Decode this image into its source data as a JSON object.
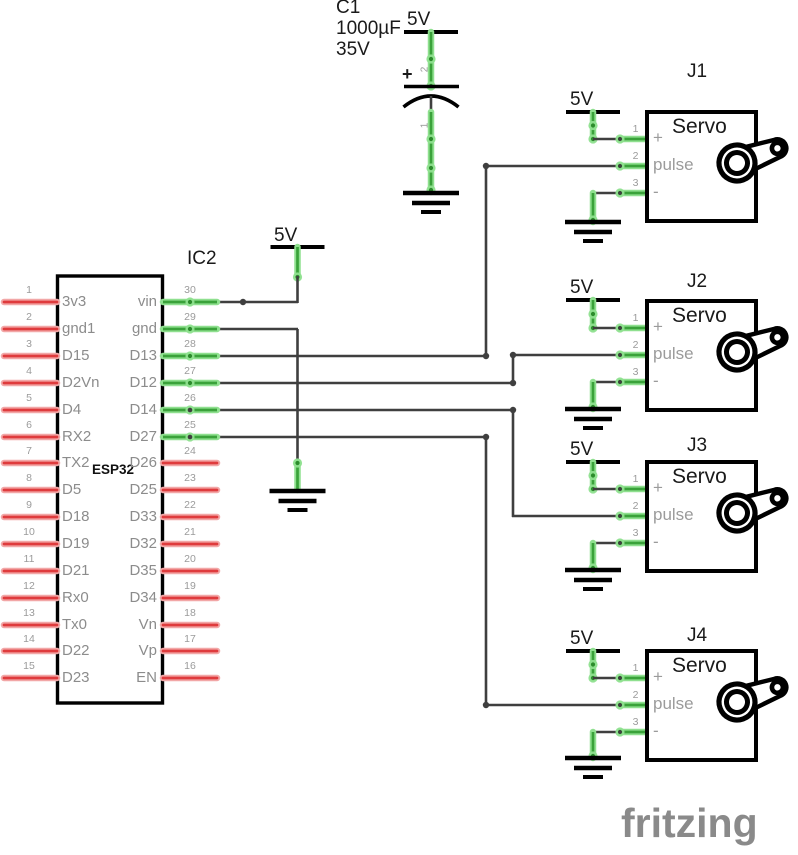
{
  "power": {
    "label": "5V"
  },
  "capacitor": {
    "designator": "C1",
    "value": "1000µF",
    "voltage": "35V",
    "polarity_mark": "+",
    "pin_top": "2",
    "pin_bottom": "1"
  },
  "ic": {
    "designator": "IC2",
    "name": "ESP32",
    "left_pins": [
      {
        "num": "1",
        "label": "3v3"
      },
      {
        "num": "2",
        "label": "gnd1"
      },
      {
        "num": "3",
        "label": "D15"
      },
      {
        "num": "4",
        "label": "D2Vn"
      },
      {
        "num": "5",
        "label": "D4"
      },
      {
        "num": "6",
        "label": "RX2"
      },
      {
        "num": "7",
        "label": "TX2"
      },
      {
        "num": "8",
        "label": "D5"
      },
      {
        "num": "9",
        "label": "D18"
      },
      {
        "num": "10",
        "label": "D19"
      },
      {
        "num": "11",
        "label": "D21"
      },
      {
        "num": "12",
        "label": "Rx0"
      },
      {
        "num": "13",
        "label": "Tx0"
      },
      {
        "num": "14",
        "label": "D22"
      },
      {
        "num": "15",
        "label": "D23"
      }
    ],
    "right_pins": [
      {
        "num": "30",
        "label": "vin"
      },
      {
        "num": "29",
        "label": "gnd"
      },
      {
        "num": "28",
        "label": "D13"
      },
      {
        "num": "27",
        "label": "D12"
      },
      {
        "num": "26",
        "label": "D14"
      },
      {
        "num": "25",
        "label": "D27"
      },
      {
        "num": "24",
        "label": "D26"
      },
      {
        "num": "23",
        "label": "D25"
      },
      {
        "num": "22",
        "label": "D33"
      },
      {
        "num": "21",
        "label": "D32"
      },
      {
        "num": "20",
        "label": "D35"
      },
      {
        "num": "19",
        "label": "D34"
      },
      {
        "num": "18",
        "label": "Vn"
      },
      {
        "num": "17",
        "label": "Vp"
      },
      {
        "num": "16",
        "label": "EN"
      }
    ]
  },
  "servos": [
    {
      "designator": "J1",
      "title": "Servo",
      "pins": [
        {
          "num": "1",
          "label": "+"
        },
        {
          "num": "2",
          "label": "pulse"
        },
        {
          "num": "3",
          "label": "-"
        }
      ]
    },
    {
      "designator": "J2",
      "title": "Servo",
      "pins": [
        {
          "num": "1",
          "label": "+"
        },
        {
          "num": "2",
          "label": "pulse"
        },
        {
          "num": "3",
          "label": "-"
        }
      ]
    },
    {
      "designator": "J3",
      "title": "Servo",
      "pins": [
        {
          "num": "1",
          "label": "+"
        },
        {
          "num": "2",
          "label": "pulse"
        },
        {
          "num": "3",
          "label": "-"
        }
      ]
    },
    {
      "designator": "J4",
      "title": "Servo",
      "pins": [
        {
          "num": "1",
          "label": "+"
        },
        {
          "num": "2",
          "label": "pulse"
        },
        {
          "num": "3",
          "label": "-"
        }
      ]
    }
  ],
  "connections": [
    {
      "from": "IC2.D13",
      "to": "J1.pulse"
    },
    {
      "from": "IC2.D12",
      "to": "J2.pulse"
    },
    {
      "from": "IC2.D14",
      "to": "J3.pulse"
    },
    {
      "from": "IC2.D27",
      "to": "J4.pulse"
    },
    {
      "from": "IC2.vin",
      "to": "5V"
    },
    {
      "from": "IC2.gnd",
      "to": "GND"
    },
    {
      "from": "C1.2",
      "to": "5V"
    },
    {
      "from": "C1.1",
      "to": "GND"
    }
  ],
  "logo": "fritzing",
  "colors": {
    "wire_dark": "#3f3f3f",
    "pin_red": "#df3b3d",
    "pin_red_halo": "#f2a7a7",
    "pin_green": "#3aa23a",
    "pin_green_halo": "#8fe08f",
    "text_gray": "#8c8c8c",
    "black": "#000000",
    "logo_gray": "#8a8a8a"
  }
}
